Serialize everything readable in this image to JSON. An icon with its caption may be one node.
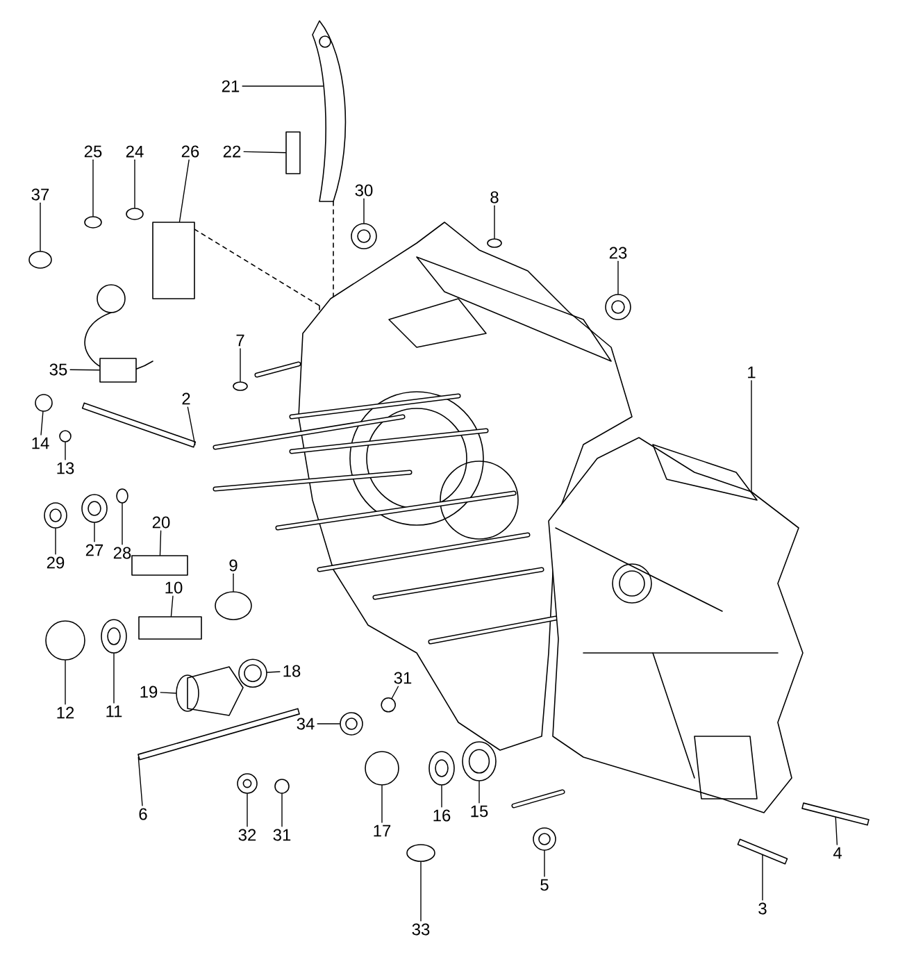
{
  "diagram": {
    "nodes": [
      {
        "text": [
          "1"
        ]
      },
      {
        "text": [
          "2"
        ]
      },
      {
        "text": [
          "3"
        ]
      },
      {
        "text": [
          "4"
        ]
      },
      {
        "text": [
          "5"
        ]
      },
      {
        "text": [
          "6"
        ]
      },
      {
        "text": [
          "7"
        ]
      },
      {
        "text": [
          "8"
        ]
      },
      {
        "text": [
          "9"
        ]
      },
      {
        "text": [
          "10"
        ]
      },
      {
        "text": [
          "11"
        ]
      },
      {
        "text": [
          "12"
        ]
      },
      {
        "text": [
          "13"
        ]
      },
      {
        "text": [
          "14"
        ]
      },
      {
        "text": [
          "15"
        ]
      },
      {
        "text": [
          "16"
        ]
      },
      {
        "text": [
          "17"
        ]
      },
      {
        "text": [
          "18"
        ]
      },
      {
        "text": [
          "19"
        ]
      },
      {
        "text": [
          "20"
        ]
      },
      {
        "text": [
          "21"
        ]
      },
      {
        "text": [
          "22"
        ]
      },
      {
        "text": [
          "23"
        ]
      },
      {
        "text": [
          "24"
        ]
      },
      {
        "text": [
          "25"
        ]
      },
      {
        "text": [
          "26"
        ]
      },
      {
        "text": [
          "27"
        ]
      },
      {
        "text": [
          "28"
        ]
      },
      {
        "text": [
          "29"
        ]
      },
      {
        "text": [
          "30"
        ]
      },
      {
        "text": [
          "31"
        ]
      },
      {
        "text": [
          "31"
        ]
      },
      {
        "text": [
          "32"
        ]
      },
      {
        "text": [
          "33"
        ]
      },
      {
        "text": [
          "34"
        ]
      },
      {
        "text": [
          "35"
        ]
      },
      {
        "text": [
          "37"
        ]
      },
      {
        "text": [],
        "shape": "picture"
      },
      {
        "text": [],
        "shape": "bar"
      },
      {
        "text": [],
        "shape": "bar"
      },
      {
        "text": [],
        "shape": "bar"
      },
      {
        "text": [],
        "shape": "circle"
      },
      {
        "text": [],
        "shape": "bar"
      },
      {
        "text": [],
        "shape": "circle"
      },
      {
        "text": [],
        "shape": "circle"
      },
      {
        "text": [],
        "shape": "circle"
      },
      {
        "text": [],
        "shape": "box"
      },
      {
        "text": [],
        "shape": "circle"
      },
      {
        "text": [],
        "shape": "circle"
      },
      {
        "text": [],
        "shape": "circle"
      },
      {
        "text": [],
        "shape": "circle"
      },
      {
        "text": [],
        "shape": "circle"
      },
      {
        "text": [],
        "shape": "circle"
      },
      {
        "text": [],
        "shape": "circle"
      },
      {
        "text": [],
        "shape": "circle"
      },
      {
        "text": [],
        "shape": "picture"
      },
      {
        "text": [],
        "shape": "box"
      },
      {
        "text": [],
        "shape": "picture"
      },
      {
        "text": [],
        "shape": "box"
      },
      {
        "text": [],
        "shape": "circle"
      },
      {
        "text": [],
        "shape": "circle"
      },
      {
        "text": [],
        "shape": "circle"
      },
      {
        "text": [],
        "shape": "box"
      },
      {
        "text": [],
        "shape": "circle"
      },
      {
        "text": [],
        "shape": "circle"
      },
      {
        "text": [],
        "shape": "circle"
      },
      {
        "text": [],
        "shape": "circle"
      },
      {
        "text": [],
        "shape": "circle"
      },
      {
        "text": [],
        "shape": "circle"
      },
      {
        "text": [],
        "shape": "circle"
      },
      {
        "text": [],
        "shape": "circle"
      },
      {
        "text": [],
        "shape": "circle"
      },
      {
        "text": [],
        "shape": "box"
      },
      {
        "text": [],
        "shape": "circle"
      }
    ],
    "edges": [
      {
        "from": 0,
        "to": 37,
        "arrow": "none"
      },
      {
        "from": 1,
        "to": 38,
        "arrow": "none"
      },
      {
        "from": 2,
        "to": 39,
        "arrow": "none"
      },
      {
        "from": 3,
        "to": 40,
        "arrow": "none"
      },
      {
        "from": 4,
        "to": 41,
        "arrow": "none"
      },
      {
        "from": 5,
        "to": 42,
        "arrow": "none"
      },
      {
        "from": 6,
        "to": 43,
        "arrow": "none"
      },
      {
        "from": 7,
        "to": 44,
        "arrow": "none"
      },
      {
        "from": 8,
        "to": 45,
        "arrow": "none"
      },
      {
        "from": 9,
        "to": 46,
        "arrow": "none"
      },
      {
        "from": 10,
        "to": 47,
        "arrow": "none"
      },
      {
        "from": 11,
        "to": 48,
        "arrow": "none"
      },
      {
        "from": 12,
        "to": 49,
        "arrow": "none"
      },
      {
        "from": 13,
        "to": 50,
        "arrow": "none"
      },
      {
        "from": 14,
        "to": 51,
        "arrow": "none"
      },
      {
        "from": 15,
        "to": 52,
        "arrow": "none"
      },
      {
        "from": 16,
        "to": 53,
        "arrow": "none"
      },
      {
        "from": 17,
        "to": 54,
        "arrow": "none"
      },
      {
        "from": 18,
        "to": 55,
        "arrow": "none"
      },
      {
        "from": 19,
        "to": 56,
        "arrow": "none"
      },
      {
        "from": 20,
        "to": 57,
        "arrow": "none"
      },
      {
        "from": 21,
        "to": 58,
        "arrow": "none"
      },
      {
        "from": 22,
        "to": 59,
        "arrow": "none"
      },
      {
        "from": 23,
        "to": 60,
        "arrow": "none"
      },
      {
        "from": 24,
        "to": 61,
        "arrow": "none"
      },
      {
        "from": 25,
        "to": 62,
        "arrow": "none"
      },
      {
        "from": 26,
        "to": 63,
        "arrow": "none"
      },
      {
        "from": 27,
        "to": 64,
        "arrow": "none"
      },
      {
        "from": 28,
        "to": 65,
        "arrow": "none"
      },
      {
        "from": 29,
        "to": 66,
        "arrow": "none"
      },
      {
        "from": 30,
        "to": 67,
        "arrow": "none"
      },
      {
        "from": 31,
        "to": 68,
        "arrow": "none"
      },
      {
        "from": 32,
        "to": 69,
        "arrow": "none"
      },
      {
        "from": 33,
        "to": 70,
        "arrow": "none"
      },
      {
        "from": 34,
        "to": 71,
        "arrow": "none"
      },
      {
        "from": 35,
        "to": 72,
        "arrow": "none"
      },
      {
        "from": 36,
        "to": 73,
        "arrow": "none"
      }
    ]
  }
}
